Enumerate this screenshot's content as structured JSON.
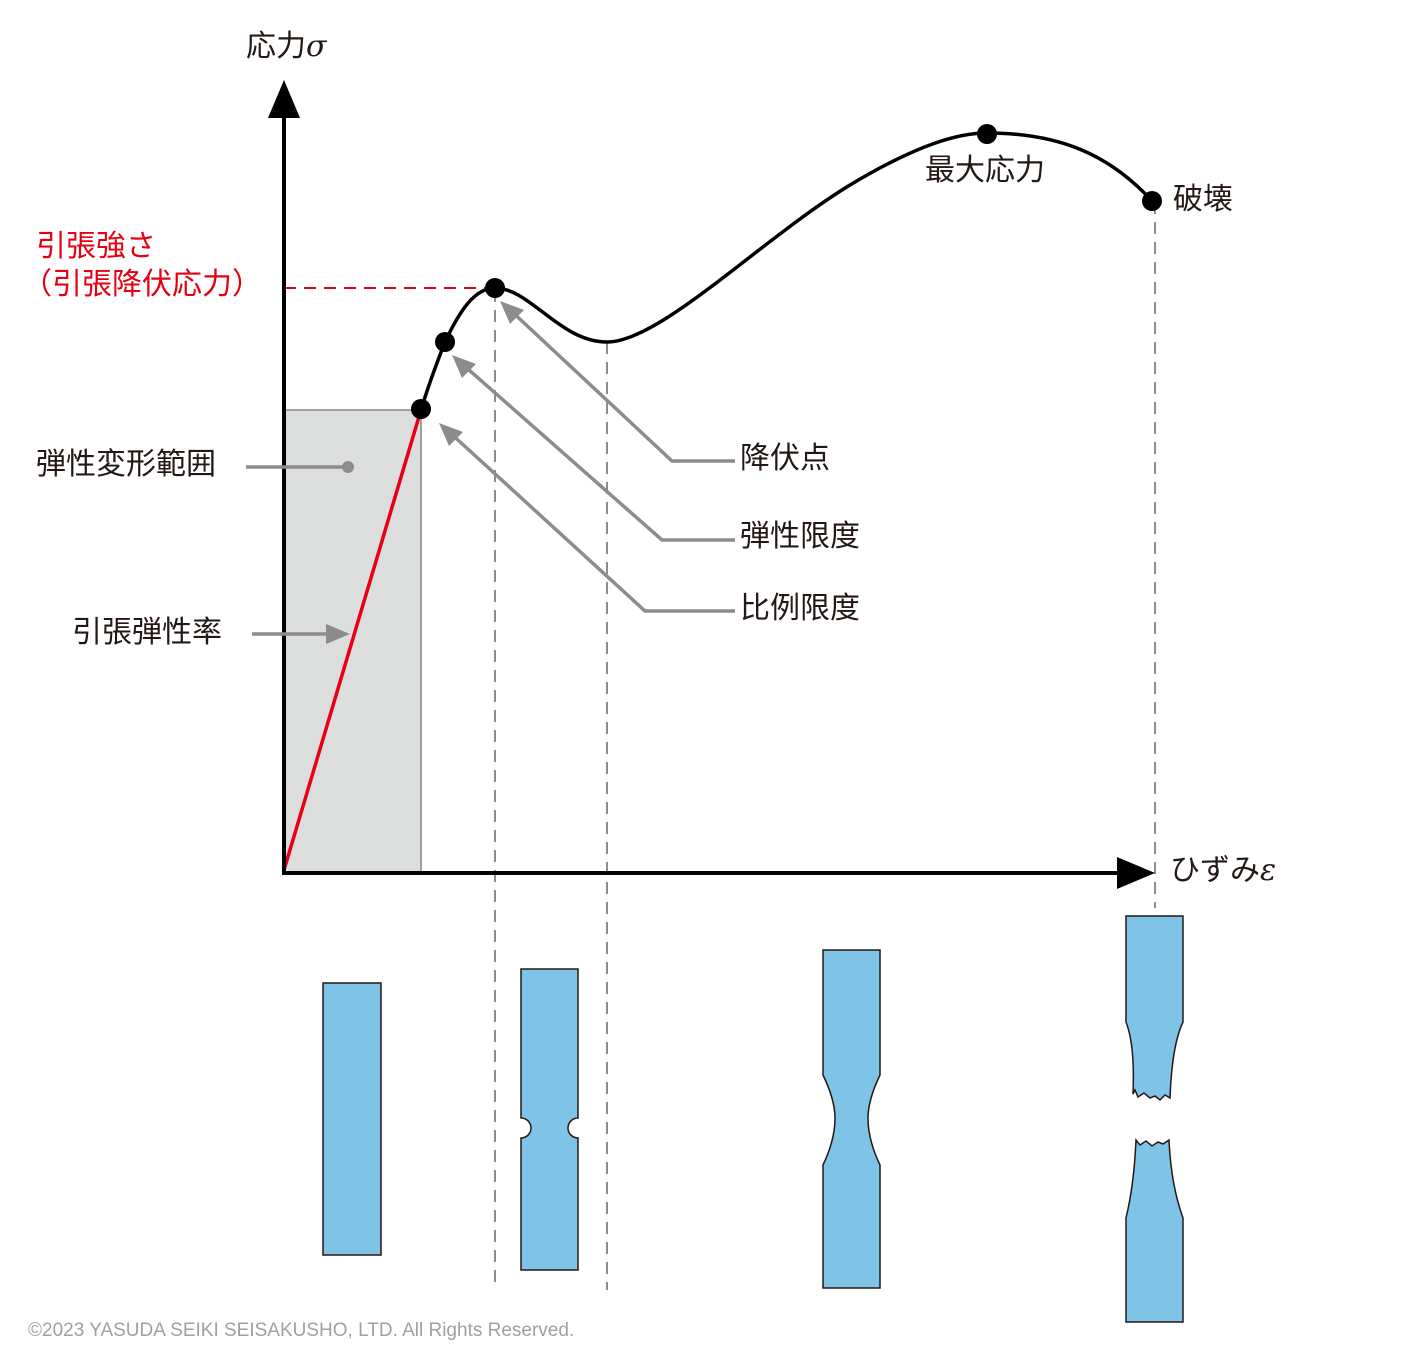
{
  "axes": {
    "y_label": "応力",
    "y_symbol": "σ",
    "x_label": "ひずみ",
    "x_symbol": "ε"
  },
  "points": {
    "proportional_limit": "比例限度",
    "elastic_limit": "弾性限度",
    "yield_point": "降伏点",
    "max_stress": "最大応力",
    "fracture": "破壊"
  },
  "regions": {
    "elastic_range": "弾性変形範囲",
    "tensile_modulus": "引張弾性率",
    "tensile_strength_line1": "引張強さ",
    "tensile_strength_line2": "（引張降伏応力）"
  },
  "colors": {
    "curve": "#000000",
    "elastic_line": "#e60012",
    "annotation": "#8c8c8c",
    "elastic_region_fill": "#dcdddd",
    "specimen_fill": "#7fc4e6"
  },
  "footer": {
    "copyright": "©2023 YASUDA SEIKI SEISAKUSHO, LTD. All Rights Reserved."
  }
}
